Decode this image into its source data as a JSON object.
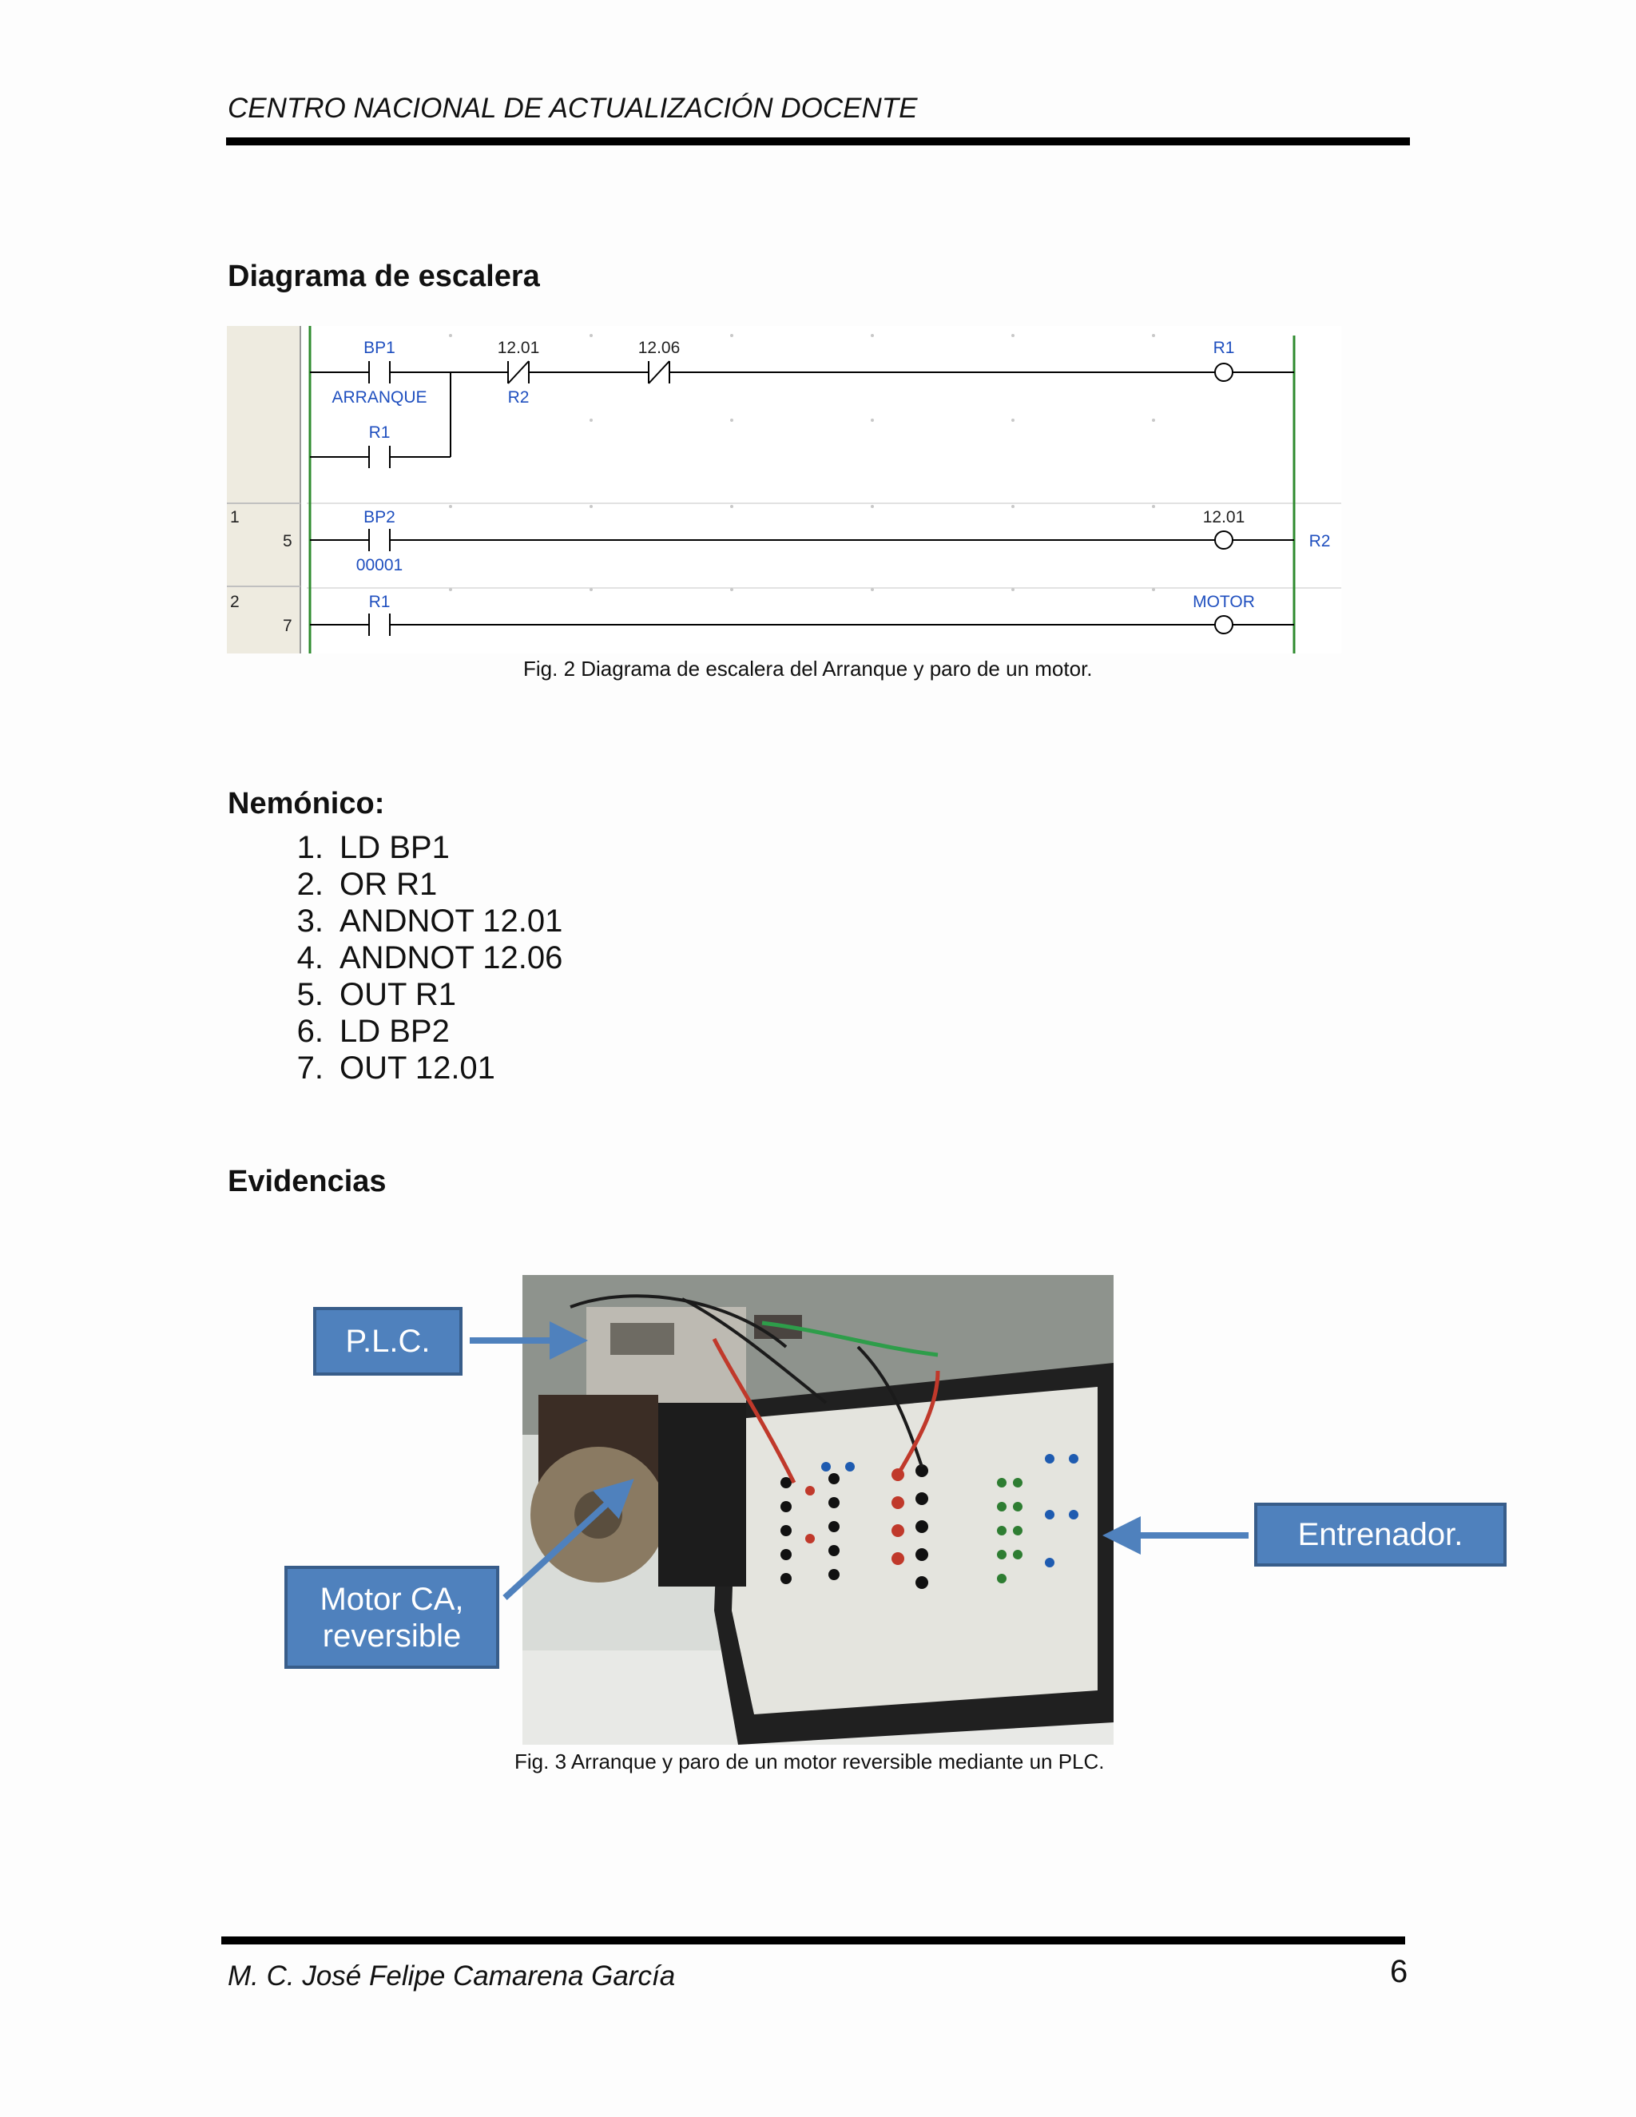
{
  "header": {
    "title": "CENTRO NACIONAL DE ACTUALIZACIÓN DOCENTE"
  },
  "section_ladder": {
    "heading": "Diagrama de escalera"
  },
  "ladder": {
    "rung1": {
      "contact1_top": "BP1",
      "contact1_bottom": "ARRANQUE",
      "contact2_top": "12.01",
      "contact2_bottom": "R2",
      "contact3_top": "12.06",
      "branch_contact": "R1",
      "coil": "R1"
    },
    "rung2": {
      "row_label": "1",
      "step": "5",
      "contact_top": "BP2",
      "contact_bottom": "00001",
      "coil": "12.01",
      "coil_right": "R2"
    },
    "rung3": {
      "row_label": "2",
      "step": "7",
      "contact_top": "R1",
      "coil": "MOTOR"
    },
    "caption": "Fig. 2 Diagrama de escalera del Arranque y paro de un motor."
  },
  "section_mnemonic": {
    "heading": "Nemónico:"
  },
  "mnemonic": [
    {
      "num": "1.",
      "text": "LD BP1"
    },
    {
      "num": "2.",
      "text": "OR R1"
    },
    {
      "num": "3.",
      "text": "ANDNOT 12.01"
    },
    {
      "num": "4.",
      "text": "ANDNOT 12.06"
    },
    {
      "num": "5.",
      "text": "OUT R1"
    },
    {
      "num": "6.",
      "text": "LD BP2"
    },
    {
      "num": "7.",
      "text": "OUT 12.01"
    }
  ],
  "section_evidence": {
    "heading": "Evidencias"
  },
  "evidence": {
    "callout_plc": "P.L.C.",
    "callout_motor_line1": "Motor  CA,",
    "callout_motor_line2": "reversible",
    "callout_trainer": "Entrenador.",
    "caption": "Fig. 3 Arranque y paro de un motor reversible mediante un PLC."
  },
  "footer": {
    "author": "M. C. José Felipe Camarena García",
    "page": "6"
  },
  "colors": {
    "callout_fill": "#4f81bd",
    "callout_border": "#385d8a",
    "ladder_label": "#1f4fbf",
    "rail": "#2e8b2e"
  }
}
